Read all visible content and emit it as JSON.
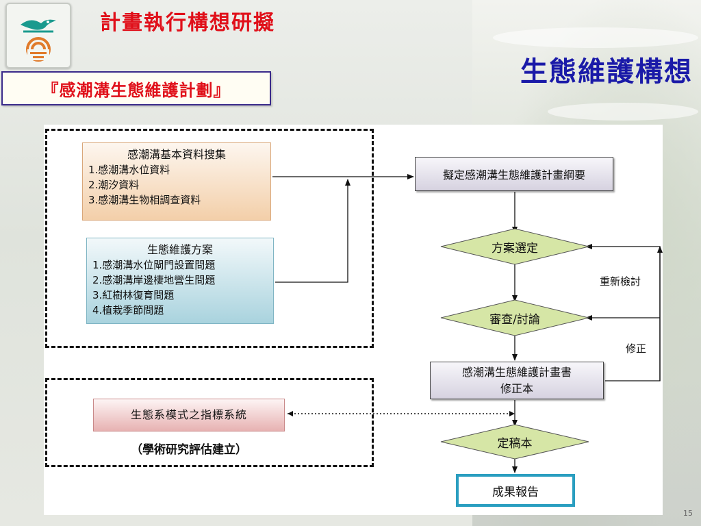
{
  "header": {
    "title": "計畫執行構想研擬",
    "subtitle": "生態維護構想",
    "tag": "『感潮溝生態維護計劃』"
  },
  "inputs": {
    "basic_data": {
      "heading": "感潮溝基本資料搜集",
      "items": [
        "1.感潮溝水位資料",
        "2.潮汐資料",
        "3.感潮溝生物相調查資料"
      ]
    },
    "plan": {
      "heading": "生態維護方案",
      "items": [
        "1.感潮溝水位閘門設置問題",
        "2.感潮溝岸邊棲地營生問題",
        "3.紅樹林復育問題",
        "4.植栽季節問題"
      ]
    },
    "indicator": {
      "label": "生態系模式之指標系統",
      "note": "（學術研究評估建立）"
    }
  },
  "flow": {
    "outline": "擬定感潮溝生態維護計畫綱要",
    "select": "方案選定",
    "review": "審查/討論",
    "revised_line1": "感潮溝生態維護計畫書",
    "revised_line2": "修正本",
    "final_draft": "定稿本",
    "report": "成果報告",
    "recheck_label": "重新檢討",
    "revise_label": "修正"
  },
  "page_number": "15",
  "colors": {
    "title": "#e0101a",
    "subtitle": "#1a1aa8",
    "diamond": "#d6e6a6",
    "report_border": "#2a9ec0"
  }
}
